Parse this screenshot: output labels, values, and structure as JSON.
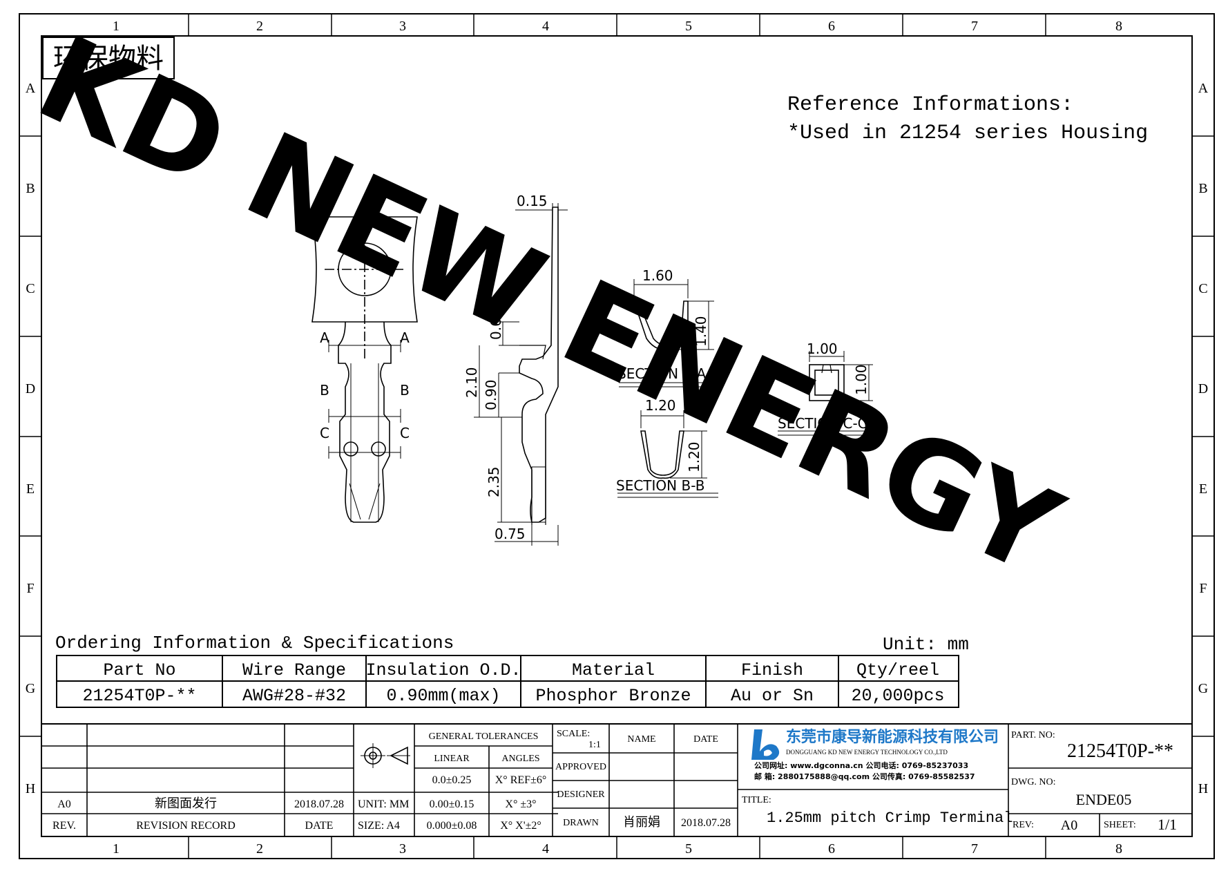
{
  "colors": {
    "watermark": "#55f2f2",
    "line": "#000000",
    "logo": "#1e78c8"
  },
  "eco_label": "环保物料",
  "watermark": "KD NEW ENERGY",
  "reference": {
    "line1": "Reference Informations:",
    "line2": "*Used in 21254 series Housing"
  },
  "grid": {
    "columns": [
      "1",
      "2",
      "3",
      "4",
      "5",
      "6",
      "7",
      "8"
    ],
    "rows": [
      "A",
      "B",
      "C",
      "D",
      "E",
      "F",
      "G",
      "H"
    ]
  },
  "dims": {
    "d015": "0.15",
    "d060": "0.60",
    "d210": "2.10",
    "d090": "0.90",
    "d235": "2.35",
    "d075": "0.75",
    "d160": "1.60",
    "d140": "1.40",
    "d120": "1.20",
    "d120v": "1.20",
    "d100": "1.00",
    "d100v": "1.00"
  },
  "section_marks": {
    "a": "A",
    "b": "B",
    "c": "C"
  },
  "sections": {
    "aa": "SECTION A-A",
    "bb": "SECTION B-B",
    "cc": "SECTION C-C"
  },
  "ordering": {
    "title": "Ordering Information & Specifications",
    "unit": "Unit: mm",
    "headers": [
      "Part No",
      "Wire Range",
      "Insulation O.D.",
      "Material",
      "Finish",
      "Qty/reel"
    ],
    "row": [
      "21254T0P-**",
      "AWG#28-#32",
      "0.90mm(max)",
      "Phosphor Bronze",
      "Au or Sn",
      "20,000pcs"
    ]
  },
  "title_block": {
    "rev_row": {
      "rev": "A0",
      "record": "新图面发行",
      "date": "2018.07.28"
    },
    "rev_header": {
      "rev": "REV.",
      "record": "REVISION RECORD",
      "date": "DATE"
    },
    "unit": "UNIT: MM",
    "size": "SIZE: A4",
    "general_tol": "GENERAL TOLERANCES",
    "linear": "LINEAR",
    "angles": "ANGLES",
    "tol_lin": [
      "0.0±0.25",
      "0.00±0.15",
      "0.000±0.08"
    ],
    "tol_ang": [
      "X° REF±6°",
      "X° ±3°",
      "X° X'±2°"
    ],
    "scale_label": "SCALE:",
    "scale_value": "1:1",
    "name_label": "NAME",
    "date_label": "DATE",
    "approved": "APPROVED",
    "designer": "DESIGNER",
    "drawn": "DRAWN",
    "drawn_name": "肖丽娟",
    "drawn_date": "2018.07.28",
    "company_cn": "东莞市康导新能源科技有限公司",
    "company_en": "DONGGUANG KD NEW ENERGY TECHNOLOGY CO.,LTD",
    "contact1": "公司网址: www.dgconna.cn   公司电话: 0769-85237033",
    "contact2": "邮    箱: 2880175888@qq.com   公司传真: 0769-85582537",
    "title_label": "TITLE:",
    "title_value": "1.25mm pitch Crimp Terminal",
    "part_label": "PART. NO:",
    "part_value": "21254T0P-**",
    "dwg_label": "DWG. NO:",
    "dwg_value": "ENDE05",
    "rev_label": "REV:",
    "rev_value": "A0",
    "sheet_label": "SHEET:",
    "sheet_value": "1/1"
  }
}
